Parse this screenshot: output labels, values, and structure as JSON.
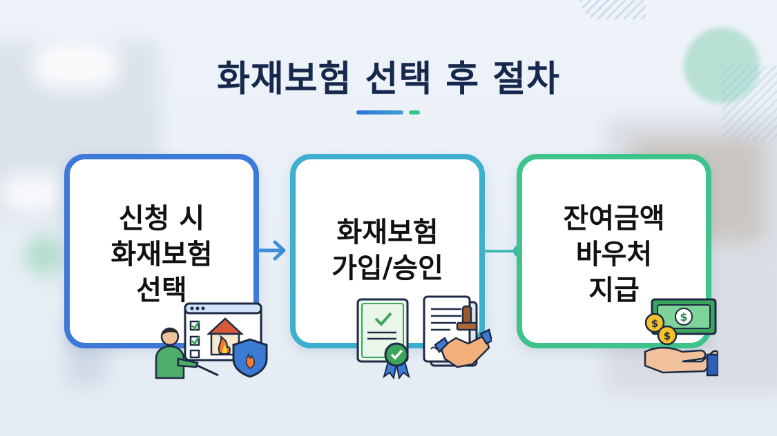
{
  "title": "화재보험 선택 후 절차",
  "steps": [
    {
      "lines": [
        "신청 시",
        "화재보험",
        "선택"
      ]
    },
    {
      "lines": [
        "화재보험",
        "가입/승인"
      ]
    },
    {
      "lines": [
        "잔여금액",
        "바우처",
        "지급"
      ]
    }
  ],
  "colors": {
    "step1": "#3d79d8",
    "step2": "#3db0cf",
    "step3": "#3ec38a",
    "title": "#16294d"
  },
  "icons": {
    "step1": "person-fire-insurance-icon",
    "step2": "certificate-handshake-icon",
    "step3": "money-hand-icon"
  }
}
